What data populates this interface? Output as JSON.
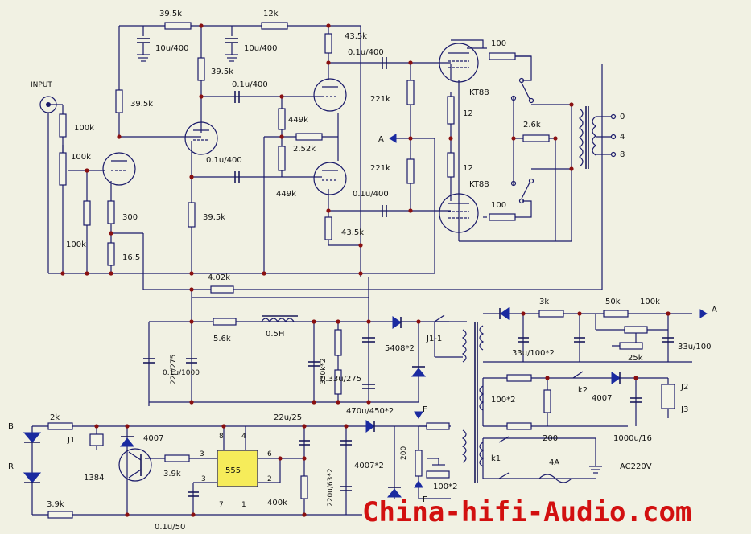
{
  "labels": {
    "input": "INPUT",
    "r_39k5_top": "39.5k",
    "r_12k": "12k",
    "c_10u400_a": "10u/400",
    "c_10u400_b": "10u/400",
    "r_43k5_top": "43.5k",
    "c_01u400_top": "0.1u/400",
    "r_100_top": "100",
    "r_39k5_mid": "39.5k",
    "c_01u400_mid": "0.1u/400",
    "r_39k5_left": "39.5k",
    "r_100k_in": "100k",
    "r_100k_pot": "100k",
    "r_449k_a": "449k",
    "r_2k52": "2.52k",
    "r_221k_a": "221k",
    "tube_kt88_top": "KT88",
    "r_12_a": "12",
    "r_2k6": "2.6k",
    "out_0": "0",
    "out_4": "4",
    "out_8": "8",
    "node_a": "A",
    "c_01u400_lower": "0.1u/400",
    "r_221k_b": "221k",
    "r_12_b": "12",
    "tube_kt88_bot": "KT88",
    "r_449k_b": "449k",
    "c_01u400_bot": "0.1u/400",
    "r_100_bot": "100",
    "r_300": "300",
    "r_39k5_bot": "39.5k",
    "r_100k_grid": "100k",
    "r_43k5_bot": "43.5k",
    "r_16k5": "16.5",
    "r_4k02": "4.02k",
    "r_3k": "3k",
    "r_50k": "50k",
    "r_100k_ps": "100k",
    "node_a2": "A",
    "r_5k6": "5.6k",
    "l_05h": "0.5H",
    "d_5408": "5408*2",
    "relay_j1": "J1-1",
    "c_33u100x2": "33u/100*2",
    "r_25k": "25k",
    "c_33u100": "33u/100",
    "c_01u1000": "0.1u/1000",
    "c_22u275": "22u/275",
    "r_330k2": "330k*2",
    "c_33u275": "0.33u/275",
    "c_470u450": "470u/450*2",
    "r_100x2": "100*2",
    "k2": "k2",
    "d_4007_r": "4007",
    "j2": "J2",
    "j3": "J3",
    "r_200": "200",
    "c_1000u16": "1000u/16",
    "led_b": "B",
    "led_r": "R",
    "r_2k": "2k",
    "relay_j1b": "J1",
    "d_4007": "4007",
    "c_22u25": "22u/25",
    "ic_555": "555",
    "pin8": "8",
    "pin4": "4",
    "pin6": "6",
    "pin3": "3",
    "pin2": "2",
    "pin7": "7",
    "pin1": "1",
    "pin3b": "3",
    "r_3k9a": "3.9k",
    "t_1384": "1384",
    "r_3k9b": "3.9k",
    "c_01u50": "0.1u/50",
    "r_400k": "400k",
    "c_220u63": "220u/63*2",
    "d_4007x2": "4007*2",
    "r_200b": "200",
    "f_top": "F",
    "f_bot": "F",
    "r_100x2b": "100*2",
    "k1": "k1",
    "fuse_4a": "4A",
    "ac220": "AC220V",
    "watermark": "China-hifi-Audio.com"
  },
  "colors": {
    "background": "#f1f1e3",
    "wire": "#1a1a6a",
    "junction": "#8a1010",
    "diode": "#1a2aa0",
    "watermark": "#d21010"
  }
}
